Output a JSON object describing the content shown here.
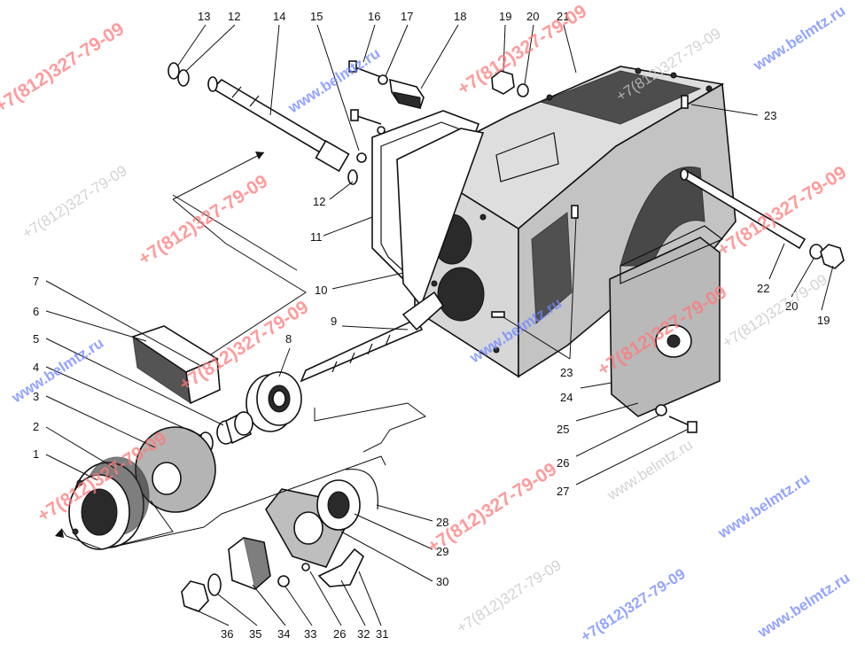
{
  "callouts": [
    {
      "n": "1"
    },
    {
      "n": "2"
    },
    {
      "n": "3"
    },
    {
      "n": "4"
    },
    {
      "n": "5"
    },
    {
      "n": "6"
    },
    {
      "n": "7"
    },
    {
      "n": "8"
    },
    {
      "n": "9"
    },
    {
      "n": "10"
    },
    {
      "n": "11"
    },
    {
      "n": "12"
    },
    {
      "n": "12"
    },
    {
      "n": "13"
    },
    {
      "n": "14"
    },
    {
      "n": "15"
    },
    {
      "n": "16"
    },
    {
      "n": "17"
    },
    {
      "n": "18"
    },
    {
      "n": "19"
    },
    {
      "n": "19"
    },
    {
      "n": "20"
    },
    {
      "n": "20"
    },
    {
      "n": "21"
    },
    {
      "n": "22"
    },
    {
      "n": "23"
    },
    {
      "n": "23"
    },
    {
      "n": "24"
    },
    {
      "n": "25"
    },
    {
      "n": "26"
    },
    {
      "n": "26"
    },
    {
      "n": "27"
    },
    {
      "n": "28"
    },
    {
      "n": "29"
    },
    {
      "n": "30"
    },
    {
      "n": "31"
    },
    {
      "n": "32"
    },
    {
      "n": "33"
    },
    {
      "n": "34"
    },
    {
      "n": "35"
    },
    {
      "n": "36"
    }
  ],
  "watermarks": {
    "phone": "+7(812)327-79-09",
    "site": "www.belmtz.ru"
  },
  "colors": {
    "ink": "#111111",
    "watermark_phone": "#ff7a7a",
    "watermark_site": "#6f86ff",
    "watermark_grey": "#c8c8c8"
  }
}
